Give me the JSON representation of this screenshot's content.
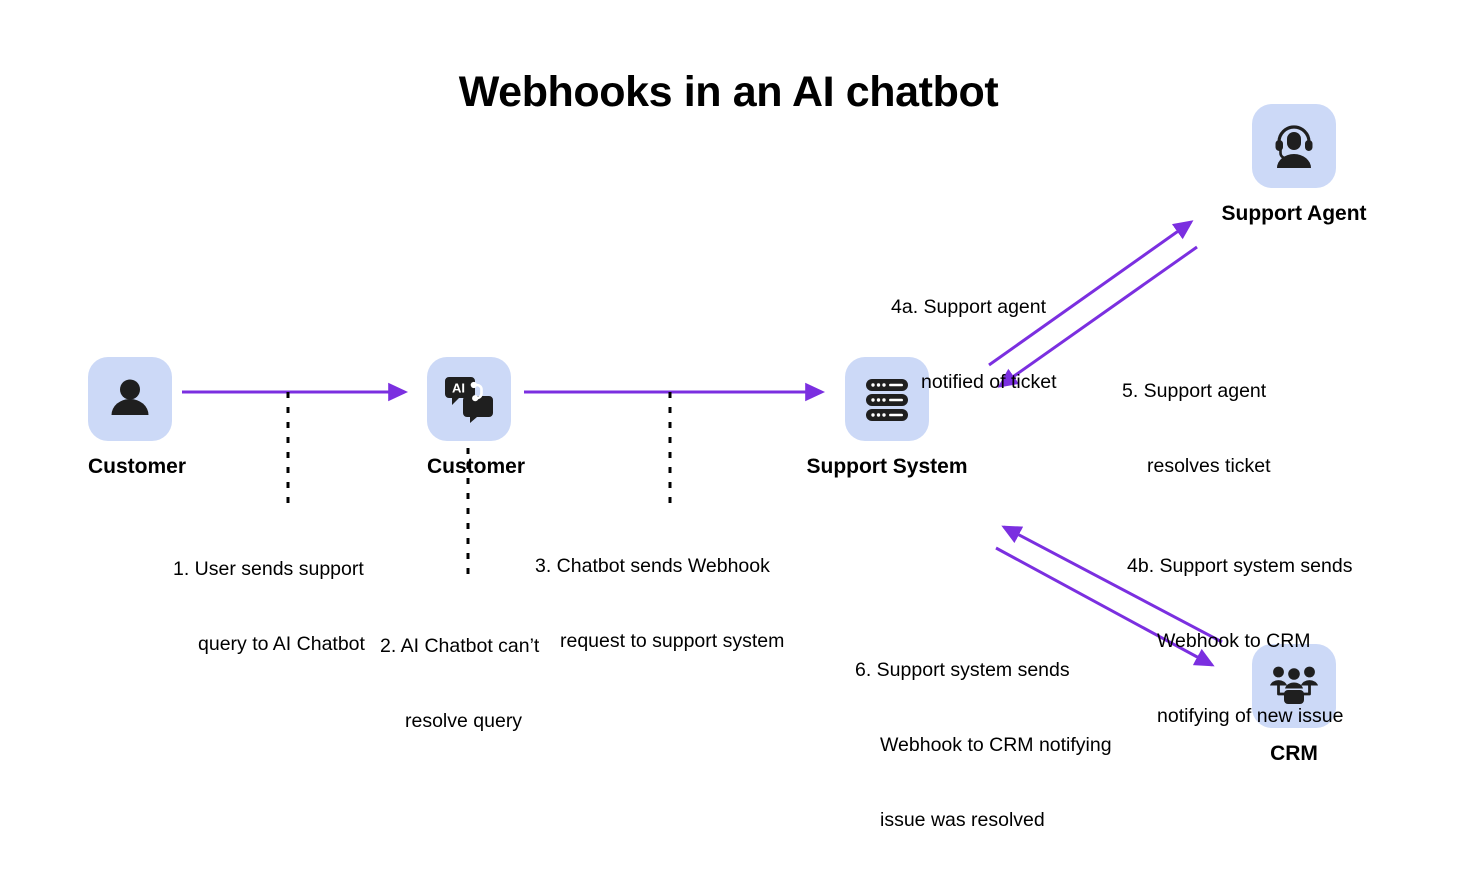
{
  "title": "Webhooks in an AI chatbot",
  "colors": {
    "arrow": "#7b2fe0",
    "tile_bg": "#ccd9f7",
    "glyph": "#1f1f1f",
    "dashed_line": "#000000",
    "background": "#ffffff"
  },
  "nodes": [
    {
      "id": "customer",
      "label": "Customer",
      "icon": "person-icon"
    },
    {
      "id": "ai-chatbot",
      "label": "Customer",
      "icon": "ai-chat-icon"
    },
    {
      "id": "support-system",
      "label": "Support System",
      "icon": "server-icon"
    },
    {
      "id": "support-agent",
      "label": "Support Agent",
      "icon": "headset-agent-icon"
    },
    {
      "id": "crm",
      "label": "CRM",
      "icon": "people-group-icon"
    }
  ],
  "steps": [
    {
      "id": "step-1",
      "number": "1.",
      "lines": [
        "1. User sends support",
        "query to AI Chatbot"
      ]
    },
    {
      "id": "step-2",
      "number": "2.",
      "lines": [
        "2. AI Chatbot can’t",
        "resolve query"
      ]
    },
    {
      "id": "step-3",
      "number": "3.",
      "lines": [
        "3. Chatbot sends Webhook",
        "request to support system"
      ]
    },
    {
      "id": "step-4a",
      "number": "4a.",
      "lines": [
        "4a. Support agent",
        "notified of ticket"
      ]
    },
    {
      "id": "step-5",
      "number": "5.",
      "lines": [
        "5. Support agent",
        "resolves ticket"
      ]
    },
    {
      "id": "step-4b",
      "number": "4b.",
      "lines": [
        "4b. Support system sends",
        "Webhook to CRM",
        "notifying of new issue"
      ]
    },
    {
      "id": "step-6",
      "number": "6.",
      "lines": [
        "6. Support system sends",
        "Webhook to CRM notifying",
        "issue was resolved"
      ]
    }
  ],
  "ai_icon_text": "AI"
}
